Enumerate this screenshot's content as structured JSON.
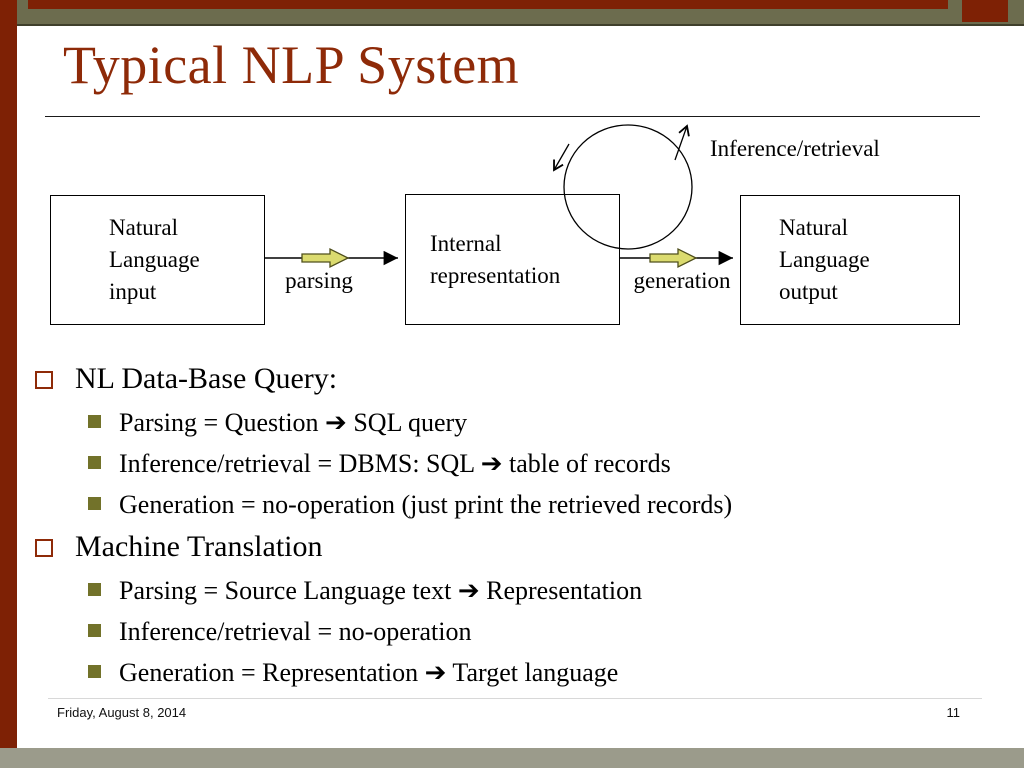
{
  "slide": {
    "title": "Typical NLP System",
    "footer": {
      "date": "Friday, August 8, 2014",
      "page": "11"
    },
    "colors": {
      "accent_maroon": "#7e2105",
      "accent_olive": "#6c6c4e",
      "title_text": "#8e2a08",
      "bottom_band": "#9b9b8b",
      "block_arrow_fill": "#dbdb6f",
      "sub_bullet_square": "#72722a"
    }
  },
  "diagram": {
    "boxes": [
      {
        "label": "Natural\nLanguage\ninput"
      },
      {
        "label": "Internal\nrepresentation"
      },
      {
        "label": "Natural\nLanguage\noutput"
      }
    ],
    "parsing_label": "parsing",
    "generation_label": "generation",
    "loop_label": "Inference/retrieval"
  },
  "bullets": [
    {
      "text": "NL Data-Base Query:",
      "sub": [
        "Parsing = Question ➔ SQL query",
        "Inference/retrieval = DBMS: SQL ➔ table of records",
        "Generation = no-operation (just print the retrieved records)"
      ]
    },
    {
      "text": "Machine Translation",
      "sub": [
        "Parsing = Source Language text ➔ Representation",
        "Inference/retrieval = no-operation",
        "Generation = Representation ➔ Target language"
      ]
    }
  ]
}
